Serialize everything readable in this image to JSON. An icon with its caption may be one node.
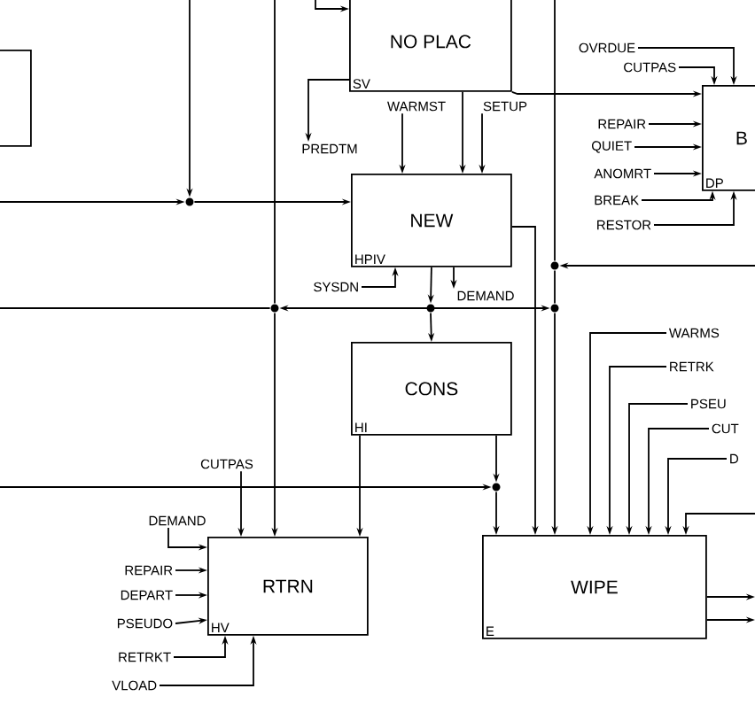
{
  "diagram": {
    "nodes": [
      {
        "text": [],
        "shape": "box"
      },
      {
        "text": [
          "NO PLAC",
          "SV"
        ]
      },
      {
        "text": [
          "NEW",
          "HPIV"
        ]
      },
      {
        "text": [
          "CONS",
          "HI"
        ]
      },
      {
        "text": [
          "RTRN",
          "HV"
        ]
      },
      {
        "text": [
          "WIPE",
          "E"
        ]
      },
      {
        "text": [
          "B",
          "DP"
        ]
      },
      {
        "text": [
          "WARMST"
        ]
      },
      {
        "text": [
          "SETUP"
        ]
      },
      {
        "text": [
          "PREDTM"
        ]
      },
      {
        "text": [
          "OVRDUE"
        ]
      },
      {
        "text": [
          "CUTPAS"
        ]
      },
      {
        "text": [
          "REPAIR"
        ]
      },
      {
        "text": [
          "QUIET"
        ]
      },
      {
        "text": [
          "ANOMRT"
        ]
      },
      {
        "text": [
          "BREAK"
        ]
      },
      {
        "text": [
          "RESTOR"
        ]
      },
      {
        "text": [
          "SYSDN"
        ]
      },
      {
        "text": [
          "DEMAND"
        ]
      },
      {
        "text": [
          "WARMS"
        ]
      },
      {
        "text": [
          "RETRK"
        ]
      },
      {
        "text": [
          "PSEU"
        ]
      },
      {
        "text": [
          "CUT"
        ]
      },
      {
        "text": [
          "D"
        ]
      },
      {
        "text": [
          "CUTPAS"
        ]
      },
      {
        "text": [
          "DEMAND"
        ]
      },
      {
        "text": [
          "REPAIR"
        ]
      },
      {
        "text": [
          "DEPART"
        ]
      },
      {
        "text": [
          "PSEUDO"
        ]
      },
      {
        "text": [
          "RETRKT"
        ]
      },
      {
        "text": [
          "VLOAD"
        ]
      },
      {
        "text": [],
        "shape": "circle"
      },
      {
        "text": [],
        "shape": "circle"
      },
      {
        "text": [],
        "shape": "circle"
      },
      {
        "text": [],
        "shape": "circle"
      },
      {
        "text": [],
        "shape": "circle"
      },
      {
        "text": [],
        "shape": "circle"
      }
    ],
    "edges": [
      {
        "from": null,
        "to": 1,
        "arrow": "to"
      },
      {
        "from": null,
        "to": 31,
        "arrow": "to"
      },
      {
        "from": null,
        "to": 31,
        "arrow": "to"
      },
      {
        "from": 31,
        "to": 2,
        "arrow": "to"
      },
      {
        "from": 1,
        "to": 2,
        "arrow": "to"
      },
      {
        "from": 7,
        "to": 2,
        "arrow": "to"
      },
      {
        "from": 8,
        "to": 2,
        "arrow": "to"
      },
      {
        "from": 1,
        "to": 9,
        "arrow": "to"
      },
      {
        "from": 1,
        "to": 6,
        "arrow": "to"
      },
      {
        "from": 10,
        "to": 6,
        "arrow": "to"
      },
      {
        "from": 11,
        "to": 6,
        "arrow": "to"
      },
      {
        "from": 12,
        "to": 6,
        "arrow": "to"
      },
      {
        "from": 13,
        "to": 6,
        "arrow": "to"
      },
      {
        "from": 14,
        "to": 6,
        "arrow": "to"
      },
      {
        "from": 15,
        "to": 6,
        "arrow": "to"
      },
      {
        "from": 16,
        "to": 6,
        "arrow": "to"
      },
      {
        "from": 17,
        "to": 2,
        "arrow": "to"
      },
      {
        "from": 2,
        "to": 18,
        "arrow": "to"
      },
      {
        "from": 2,
        "to": 36,
        "arrow": "to"
      },
      {
        "from": 36,
        "to": 3,
        "arrow": "to"
      },
      {
        "from": 2,
        "to": 5,
        "arrow": "to"
      },
      {
        "from": null,
        "to": 32,
        "arrow": "to"
      },
      {
        "from": null,
        "to": 32,
        "arrow": "none"
      },
      {
        "from": 32,
        "to": 34,
        "arrow": "none"
      },
      {
        "from": 34,
        "to": 5,
        "arrow": "to"
      },
      {
        "from": 33,
        "to": 34,
        "arrow": "both"
      },
      {
        "from": null,
        "to": 33,
        "arrow": "none"
      },
      {
        "from": null,
        "to": 33,
        "arrow": "none"
      },
      {
        "from": 33,
        "to": 4,
        "arrow": "to"
      },
      {
        "from": 3,
        "to": 35,
        "arrow": "to"
      },
      {
        "from": null,
        "to": 35,
        "arrow": "to"
      },
      {
        "from": 35,
        "to": 5,
        "arrow": "to"
      },
      {
        "from": 3,
        "to": 4,
        "arrow": "to"
      },
      {
        "from": 19,
        "to": 5,
        "arrow": "to"
      },
      {
        "from": 20,
        "to": 5,
        "arrow": "to"
      },
      {
        "from": 21,
        "to": 5,
        "arrow": "to"
      },
      {
        "from": 22,
        "to": 5,
        "arrow": "to"
      },
      {
        "from": 23,
        "to": 5,
        "arrow": "to"
      },
      {
        "from": null,
        "to": 5,
        "arrow": "to"
      },
      {
        "from": 5,
        "to": null,
        "arrow": "to"
      },
      {
        "from": 5,
        "to": null,
        "arrow": "to"
      },
      {
        "from": 24,
        "to": 4,
        "arrow": "to"
      },
      {
        "from": 25,
        "to": 4,
        "arrow": "to"
      },
      {
        "from": 26,
        "to": 4,
        "arrow": "to"
      },
      {
        "from": 27,
        "to": 4,
        "arrow": "to"
      },
      {
        "from": 28,
        "to": 4,
        "arrow": "to"
      },
      {
        "from": 29,
        "to": 4,
        "arrow": "to"
      },
      {
        "from": 30,
        "to": 4,
        "arrow": "to"
      }
    ]
  }
}
